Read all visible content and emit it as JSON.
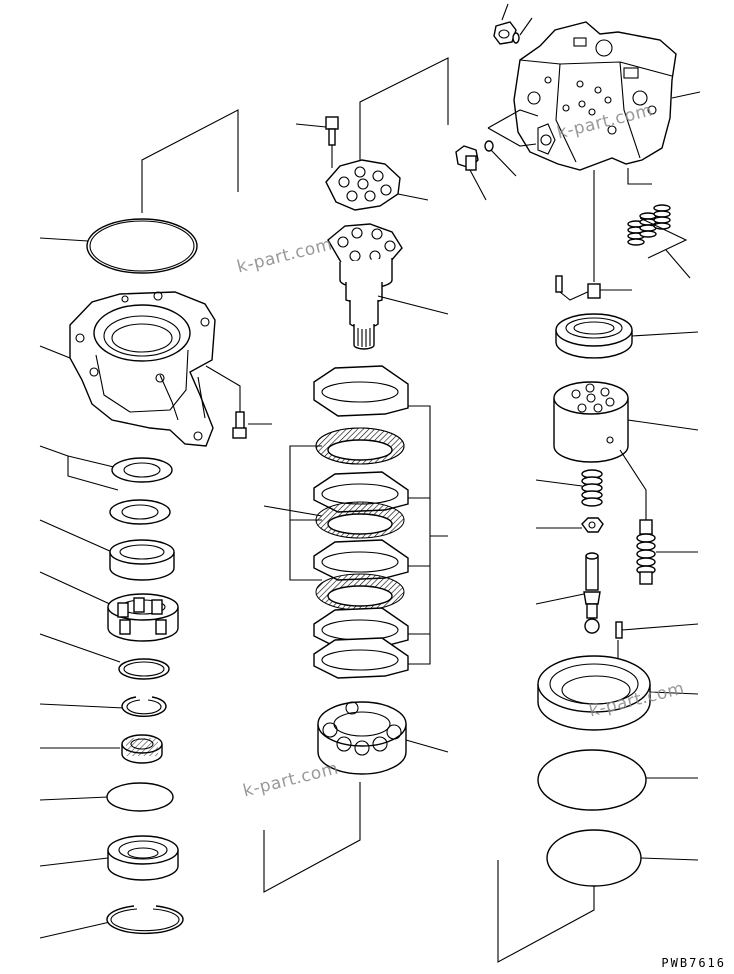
{
  "drawing": {
    "code": "PWB7616",
    "watermarks": [
      "k-part.com",
      "k-part.com",
      "k-part.com",
      "k-part.com"
    ]
  }
}
